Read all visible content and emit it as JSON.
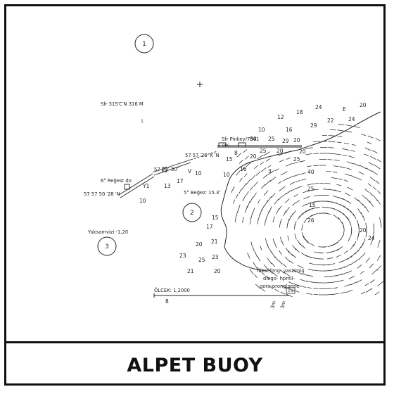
{
  "title": "ALPET BUOY",
  "circles": [
    "1",
    "2",
    "3"
  ],
  "labels": {
    "sfr_position": "Sfr 315′C′N 316 M",
    "sfr_pinkey": "Sfr Pinkey/7341",
    "coord_a": "57 57 ′25 ′K ′N",
    "coord_b": "57 50″ 50″",
    "regest": "6° Reğest do",
    "coord_c": "57 57 50 ′28 ′N",
    "begez": "5° Beğez: 15.3″",
    "yuksek": "Yuksamvizi:-1,20",
    "note_1": "Yükselimg- yaszimiq",
    "note_2": "diego- hpmil-",
    "note_3": "goro-pronglonne",
    "scale": "ÖLCEK: 1,2000",
    "scale_tick": "8",
    "dm_1": "3m",
    "dm_2": "3m",
    "box_1": "DNG",
    "box_2": "2.5"
  },
  "soundings": [
    {
      "id": "s1",
      "v": "12"
    },
    {
      "id": "s2",
      "v": "18"
    },
    {
      "id": "s3",
      "v": "24"
    },
    {
      "id": "s4",
      "v": "E"
    },
    {
      "id": "s5",
      "v": "20"
    },
    {
      "id": "s6",
      "v": "10"
    },
    {
      "id": "s7",
      "v": "16"
    },
    {
      "id": "s8",
      "v": "29"
    },
    {
      "id": "s9",
      "v": "22"
    },
    {
      "id": "s10",
      "v": "24"
    },
    {
      "id": "s11",
      "v": "80"
    },
    {
      "id": "s12",
      "v": "25"
    },
    {
      "id": "s13",
      "v": "29"
    },
    {
      "id": "s14",
      "v": "20"
    },
    {
      "id": "s15",
      "v": "8"
    },
    {
      "id": "s16",
      "v": "25"
    },
    {
      "id": "s17",
      "v": "20"
    },
    {
      "id": "s18",
      "v": "20"
    },
    {
      "id": "s19",
      "v": "15"
    },
    {
      "id": "s20",
      "v": "20"
    },
    {
      "id": "s21",
      "v": "25"
    },
    {
      "id": "s22",
      "v": "V"
    },
    {
      "id": "s23",
      "v": "10"
    },
    {
      "id": "s24",
      "v": "16"
    },
    {
      "id": "s25",
      "v": "3"
    },
    {
      "id": "s26",
      "v": "40"
    },
    {
      "id": "s27",
      "v": "10"
    },
    {
      "id": "s28",
      "v": "17"
    },
    {
      "id": "s29",
      "v": "Y1"
    },
    {
      "id": "s30",
      "v": "13"
    },
    {
      "id": "s31",
      "v": "10"
    },
    {
      "id": "s32",
      "v": "25"
    },
    {
      "id": "s33",
      "v": "15"
    },
    {
      "id": "s34",
      "v": "15"
    },
    {
      "id": "s35",
      "v": "17"
    },
    {
      "id": "s36",
      "v": "26"
    },
    {
      "id": "s37",
      "v": "20"
    },
    {
      "id": "s38",
      "v": "24"
    },
    {
      "id": "s39",
      "v": "21"
    },
    {
      "id": "s40",
      "v": "20"
    },
    {
      "id": "s41",
      "v": "23"
    },
    {
      "id": "s42",
      "v": "25"
    },
    {
      "id": "s43",
      "v": "23"
    },
    {
      "id": "s44",
      "v": "21"
    },
    {
      "id": "s45",
      "v": "20"
    },
    {
      "id": "s46",
      "v": "i"
    }
  ]
}
